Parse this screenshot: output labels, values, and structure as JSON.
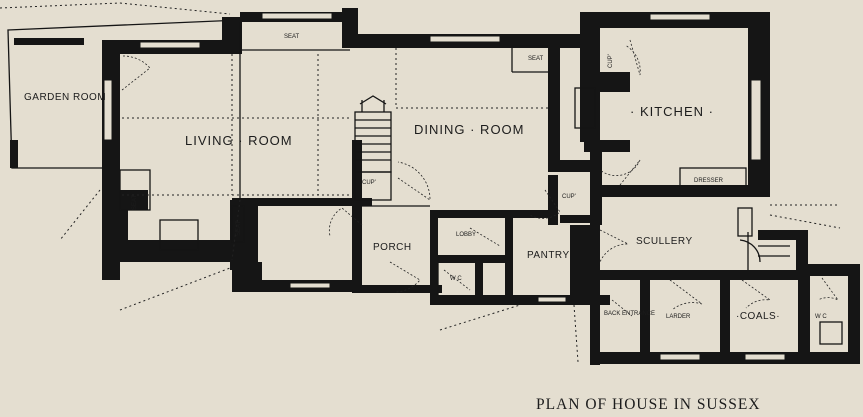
{
  "caption": "PLAN OF HOUSE IN SUSSEX",
  "rooms": {
    "garden_room": "GARDEN ROOM",
    "living_room": "LIVING · ROOM",
    "dining_room": "DINING · ROOM",
    "kitchen": "· KITCHEN ·",
    "porch": "PORCH",
    "lobby": "LOBBY",
    "wc_lobby": "W C",
    "pantry": "PANTRY",
    "scullery": "SCULLERY",
    "back_entrance": "BACK ENTRANCE",
    "larder": "LARDER",
    "coals": "·COALS·",
    "wc_outside": "W C"
  },
  "fixtures": {
    "seat_living": "SEAT",
    "seat_dining": "SEAT",
    "seat_left": "SEAT",
    "seat_bay": "SEAT",
    "cup_stair": "CUP'",
    "cup_pantry": "CUP'",
    "cup_kitchen": "CUP'",
    "dresser": "DRESSER"
  }
}
